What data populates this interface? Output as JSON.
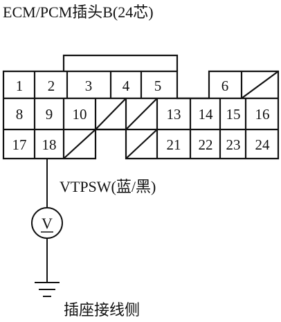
{
  "title": "ECM/PCM插头B(24芯)",
  "connector": {
    "pins": [
      {
        "id": "1",
        "label": "1"
      },
      {
        "id": "2",
        "label": "2"
      },
      {
        "id": "3",
        "label": "3"
      },
      {
        "id": "4",
        "label": "4"
      },
      {
        "id": "5",
        "label": "5"
      },
      {
        "id": "6",
        "label": "6"
      },
      {
        "id": "8",
        "label": "8"
      },
      {
        "id": "9",
        "label": "9"
      },
      {
        "id": "10",
        "label": "10"
      },
      {
        "id": "13",
        "label": "13"
      },
      {
        "id": "14",
        "label": "14"
      },
      {
        "id": "15",
        "label": "15"
      },
      {
        "id": "16",
        "label": "16"
      },
      {
        "id": "17",
        "label": "17"
      },
      {
        "id": "18",
        "label": "18"
      },
      {
        "id": "21",
        "label": "21"
      },
      {
        "id": "22",
        "label": "22"
      },
      {
        "id": "23",
        "label": "23"
      },
      {
        "id": "24",
        "label": "24"
      }
    ]
  },
  "wire_label": "VTPSW(蓝/黑)",
  "meter_symbol": "V",
  "footer": "插座接线侧"
}
